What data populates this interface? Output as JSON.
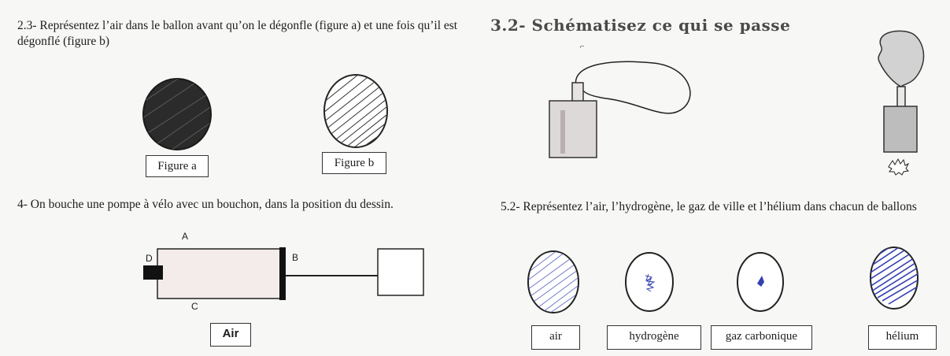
{
  "ex_2_3": {
    "instruction": "2.3- Représentez l’air dans le ballon avant qu’on le dégonfle (figure a) et une fois qu’il est dégonflé (figure b)",
    "figure_a": "Figure a",
    "figure_b": "Figure b"
  },
  "ex_3_2": {
    "heading": "3.2- Schématisez ce qui se passe"
  },
  "ex_4": {
    "instruction": "4- On bouche une pompe à vélo avec un bouchon, dans la position du dessin.",
    "label_a": "A",
    "label_b": "B",
    "label_c": "C",
    "label_d": "D",
    "air_label": "Air"
  },
  "ex_5_2": {
    "instruction": "5.2- Représentez l’air, l’hydrogène, le gaz de ville et l’hélium dans chacun de ballons",
    "balloons": [
      "air",
      "hydrogène",
      "gaz carbonique",
      "hélium"
    ]
  },
  "colors": {
    "pencil": "#2a2a2a",
    "blue_pen": "#3340b0",
    "grey_fill": "#a9a9a9"
  }
}
